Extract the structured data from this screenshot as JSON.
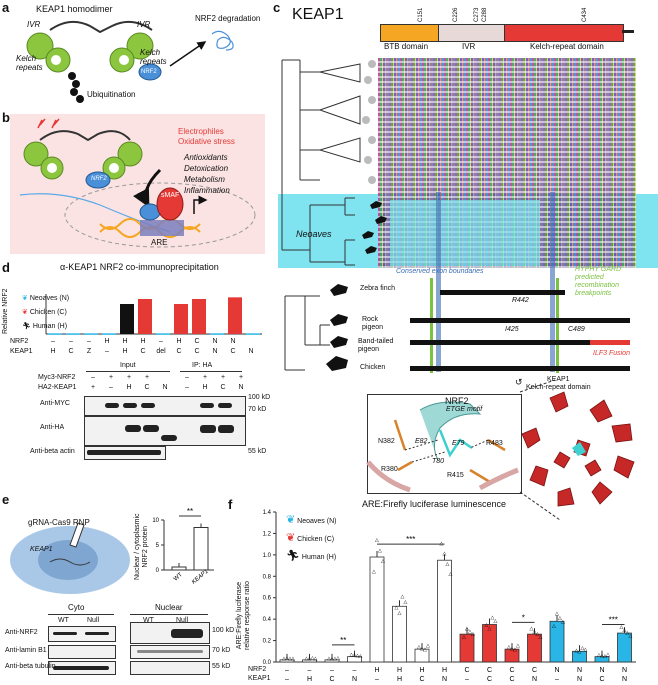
{
  "panels": {
    "a": "a",
    "b": "b",
    "c": "c",
    "d": "d",
    "e": "e",
    "f": "f"
  },
  "panel_a": {
    "title": "KEAP1 homodimer",
    "ivr_left": "IVR",
    "ivr_right": "IVR",
    "kelch_left": "Kelch\nrepeats",
    "kelch_right": "Kelch\nrepeats",
    "nrf2": "NRF2",
    "ubiquitination": "Ubiquitination",
    "degradation": "NRF2 degradation",
    "colors": {
      "keap1": "#8cc63f",
      "nrf2": "#4a90d9"
    }
  },
  "panel_b": {
    "stress1": "Electrophiles",
    "stress2": "Oxidative stress",
    "nrf2": "NRF2",
    "smaf": "sMAF",
    "are": "ARE",
    "outcomes": [
      "Antioxidants",
      "Detoxication",
      "Metabolism",
      "Inflammation"
    ],
    "colors": {
      "bg": "#fbe3e3",
      "smaf": "#e53935"
    }
  },
  "panel_c": {
    "title": "KEAP1",
    "domains": [
      {
        "label": "BTB domain",
        "color": "#f5a623"
      },
      {
        "label": "IVR",
        "color": "#e8d9d9"
      },
      {
        "label": "Kelch-repeat domain",
        "color": "#e53935"
      }
    ],
    "residues": [
      "C151",
      "C226",
      "C273",
      "C288",
      "C434"
    ],
    "neoaves": "Neoaves",
    "conserved": "Conserved exon boundaries",
    "hyphy": "HYPHY GARD\npredicted\nrecombination\nbreakpoints",
    "species": [
      "Zebra finch",
      "Rock\npigeon",
      "Band-tailed\npigeon",
      "Chicken"
    ],
    "r442": "R442",
    "i425": "I425",
    "c489": "C489",
    "fusion": "ILF3 Fusion",
    "keap1_label": "KEAP1\nKelch-repeat domain",
    "nrf2_struct": "NRF2",
    "etge": "ETGE motif",
    "struct_residues": [
      "N382",
      "E82",
      "E79",
      "R483",
      "T80",
      "R380",
      "R415"
    ],
    "colors": {
      "neoaves_bg": "#7fe3f0",
      "ilf3": "#e53935",
      "hyphy": "#7cc142",
      "conserved": "#3b6bb5"
    }
  },
  "panel_d": {
    "title": "α-KEAP1 NRF2 co-immunoprecipitation",
    "legend": [
      {
        "label": "Neoaves (N)",
        "color": "#29b6e6"
      },
      {
        "label": "Chicken (C)",
        "color": "#e53935"
      },
      {
        "label": "Human (H)",
        "color": "#111111"
      }
    ],
    "ylabel": "Relative NRF2",
    "nrf2_row": [
      "NRF2",
      "–",
      "–",
      "–",
      "H",
      "H",
      "H",
      "–",
      "H",
      "C",
      "N",
      "N"
    ],
    "keap1_row": [
      "KEAP1",
      "H",
      "C",
      "Z",
      "–",
      "H",
      "C",
      "del",
      "C",
      "C",
      "N",
      "C",
      "N"
    ],
    "myc_row": [
      "Myc3-NRF2",
      "–",
      "+",
      "+",
      "+",
      "–",
      "+",
      "+",
      "+"
    ],
    "ha_row": [
      "HA2-KEAP1",
      "+",
      "–",
      "H",
      "C",
      "N",
      "–",
      "H",
      "C",
      "N"
    ],
    "input": "Input",
    "ip": "IP: HA",
    "blots": [
      "Anti-MYC",
      "Anti-HA",
      "Anti-beta actin"
    ],
    "markers": [
      "100 kD",
      "70 kD",
      "55 kD"
    ]
  },
  "panel_e": {
    "rnp": "gRNA-Cas9 RNP",
    "gene": "KEAP1",
    "ylabel": "Nuclear / cytoplasmic\nNRF2 protein",
    "sig": "**",
    "x": [
      "WT",
      "KEAP1"
    ],
    "cyto": "Cyto",
    "nuclear": "Nuclear",
    "cols": [
      "WT",
      "Null",
      "WT",
      "Null"
    ],
    "blots": [
      "Anti-NRF2",
      "Anti-lamin B1",
      "Anti-beta tubulin"
    ],
    "markers": [
      "100 kD",
      "70 kD",
      "55 kD"
    ]
  },
  "panel_f": {
    "title": "ARE:Firefly luciferase luminescence",
    "ylabel": "ARE:Firefly luciferase\nrelative response ratio",
    "legend": [
      {
        "label": "Neoaves (N)",
        "color": "#29b6e6"
      },
      {
        "label": "Chicken (C)",
        "color": "#e53935"
      },
      {
        "label": "Human (H)",
        "color": "#111111"
      }
    ],
    "nrf2_label": "NRF2",
    "keap1_label": "KEAP1",
    "sigs": [
      "**",
      "***",
      "*",
      "***"
    ]
  },
  "chart_data": [
    {
      "type": "bar",
      "title": "α-KEAP1 NRF2 co-immunoprecipitation",
      "ylabel": "Relative NRF2",
      "categories": [
        "H/H",
        "H/C",
        "Z",
        "H/–",
        "H/H",
        "H/C",
        "–/del",
        "H/C",
        "C/C",
        "N/N",
        "N/C",
        "N/N"
      ],
      "values": [
        0.02,
        0.02,
        0.02,
        0.02,
        0.9,
        1.05,
        0.02,
        0.9,
        1.05,
        0.02,
        1.1,
        0.02
      ],
      "colors": [
        "#29b6e6",
        "#29b6e6",
        "#29b6e6",
        "#29b6e6",
        "#111111",
        "#e53935",
        "#29b6e6",
        "#e53935",
        "#e53935",
        "#29b6e6",
        "#e53935",
        "#29b6e6"
      ]
    },
    {
      "type": "bar",
      "title": "",
      "ylabel": "Nuclear / cytoplasmic NRF2 protein",
      "categories": [
        "WT",
        "KEAP1"
      ],
      "values": [
        0.6,
        8.5
      ],
      "ylim": [
        0,
        10
      ],
      "yticks": [
        0,
        5,
        10
      ]
    },
    {
      "type": "bar",
      "title": "ARE:Firefly luciferase luminescence",
      "ylabel": "ARE:Firefly luciferase relative response ratio",
      "ylim": [
        0,
        1.4
      ],
      "yticks": [
        0,
        0.2,
        0.4,
        0.6,
        0.8,
        1.0,
        1.2,
        1.4
      ],
      "nrf2": [
        "–",
        "–",
        "–",
        "–",
        "H",
        "H",
        "H",
        "H",
        "C",
        "C",
        "C",
        "C",
        "N",
        "N",
        "N",
        "N"
      ],
      "keap1": [
        "–",
        "H",
        "C",
        "N",
        "–",
        "H",
        "C",
        "N",
        "–",
        "C",
        "C",
        "N",
        "–",
        "N",
        "C",
        "N"
      ],
      "values": [
        0.02,
        0.02,
        0.02,
        0.05,
        0.98,
        0.52,
        0.12,
        0.95,
        0.26,
        0.35,
        0.12,
        0.26,
        0.38,
        0.1,
        0.05,
        0.27
      ],
      "colors": [
        "#ffffff",
        "#ffffff",
        "#ffffff",
        "#ffffff",
        "#ffffff",
        "#ffffff",
        "#ffffff",
        "#ffffff",
        "#e53935",
        "#e53935",
        "#e53935",
        "#e53935",
        "#29b6e6",
        "#29b6e6",
        "#29b6e6",
        "#29b6e6"
      ]
    }
  ]
}
